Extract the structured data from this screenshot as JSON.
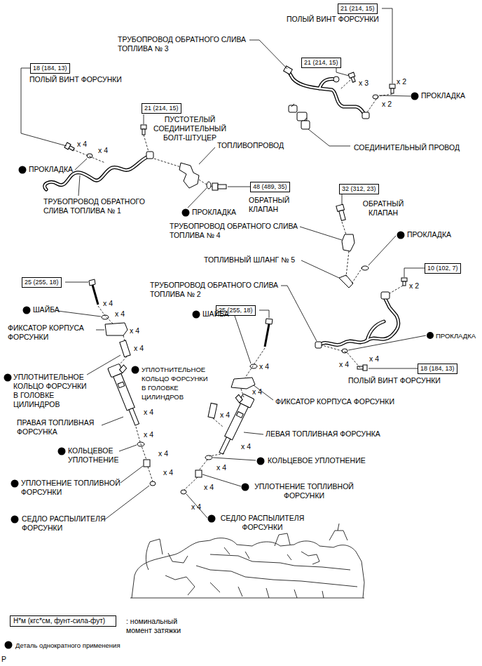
{
  "diagram": {
    "nodes": [
      {
        "text": [
          "21 (214, 15)"
        ]
      },
      {
        "text": [
          "21 (214, 15)"
        ]
      },
      {
        "text": [
          "18 (184, 13)"
        ]
      },
      {
        "text": [
          "21 (214, 15)"
        ]
      },
      {
        "text": [
          "48 (489, 35)"
        ]
      },
      {
        "text": [
          "32 (312, 23)"
        ]
      },
      {
        "text": [
          "10 (102, 7)"
        ]
      },
      {
        "text": [
          "25 (255, 18)"
        ]
      },
      {
        "text": [
          "25 (255, 18)"
        ]
      },
      {
        "text": [
          "18 (184, 13)"
        ]
      },
      {
        "text": [
          "Н*м (кгс*см, фунт-сила-фут)"
        ]
      }
    ],
    "labels": [
      "ПОЛЫЙ ВИНТ ФОРСУНКИ",
      "ТРУБОПРОВОД ОБРАТНОГО СЛИВА ТОПЛИВА № 3",
      "x 3",
      "x 2",
      "x 2",
      "ПРОКЛАДКА",
      "СОЕДИНИТЕЛЬНЫЙ ПРОВОД",
      "ПОЛЫЙ ВИНТ ФОРСУНКИ",
      "x 4",
      "x 4",
      "ПУСТОТЕЛЫЙ СОЕДИНИТЕЛЬНЫЙ БОЛТ-ШТУЦЕР",
      "ТОПЛИВОПРОВОД",
      "ПРОКЛАДКА",
      "ТРУБОПРОВОД ОБРАТНОГО СЛИВА ТОПЛИВА № 1",
      "ПРОКЛАДКА",
      "ОБРАТНЫЙ КЛАПАН",
      "ОБРАТНЫЙ КЛАПАН",
      "ТРУБОПРОВОД ОБРАТНОГО СЛИВА ТОПЛИВА № 4",
      "ПРОКЛАДКА",
      "ТОПЛИВНЫЙ ШЛАНГ № 5",
      "x 2",
      "ТРУБОПРОВОД ОБРАТНОГО СЛИВА ТОПЛИВА № 2",
      "ПРОКЛАДКА",
      "x 4",
      "x 4",
      "ПОЛЫЙ ВИНТ ФОРСУНКИ",
      "x 4",
      "ШАЙБА",
      "x 4",
      "ФИКСАТОР КОРПУСА ФОРСУНКИ",
      "x 4",
      "x 4",
      "УПЛОТНИТЕЛЬНОЕ КОЛЬЦО ФОРСУНКИ В ГОЛОВКЕ ЦИЛИНДРОВ",
      "ПРАВАЯ ТОПЛИВНАЯ ФОРСУНКА",
      "x 4",
      "x 4",
      "КОЛЬЦЕВОЕ УПЛОТНЕНИЕ",
      "x 4",
      "x 4",
      "УПЛОТНЕНИЕ ТОПЛИВНОЙ ФОРСУНКИ",
      "СЕДЛО РАСПЫЛИТЕЛЯ ФОРСУНКИ",
      "ШАЙБА",
      "УПЛОТНИТЕЛЬНОЕ КОЛЬЦО ФОРСУНКИ В ГОЛОВКЕ ЦИЛИНДРОВ",
      "x 4",
      "x 4",
      "x 4",
      "ФИКСАТОР КОРПУСА ФОРСУНКИ",
      "ЛЕВАЯ ТОПЛИВНАЯ ФОРСУНКА",
      "x 4",
      "КОЛЬЦЕВОЕ УПЛОТНЕНИЕ",
      "x 4",
      "x 4",
      "УПЛОТНЕНИЕ ТОПЛИВНОЙ ФОРСУНКИ",
      "x 4",
      "СЕДЛО РАСПЫЛИТЕЛЯ ФОРСУНКИ",
      "P"
    ],
    "legend": [
      {
        "text": ": номинальный момент затяжки"
      },
      {
        "text": "Деталь однократного применения"
      }
    ]
  }
}
